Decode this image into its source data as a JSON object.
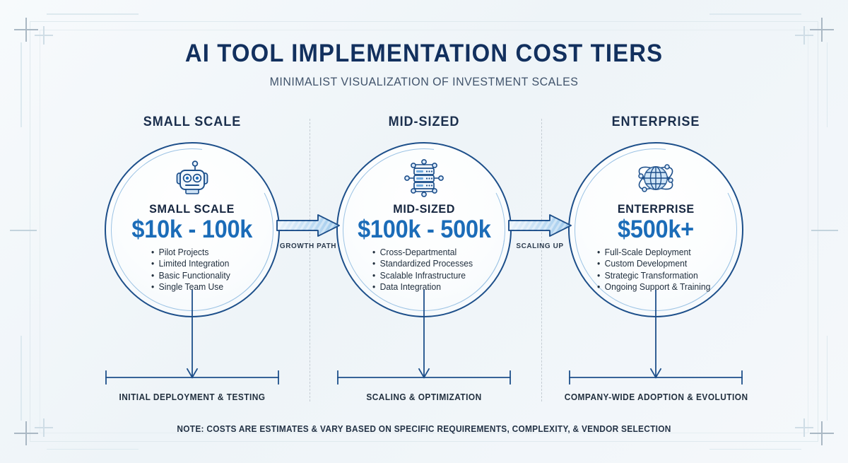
{
  "header": {
    "title": "AI TOOL IMPLEMENTATION COST TIERS",
    "subtitle": "MINIMALIST VISUALIZATION OF INVESTMENT SCALES"
  },
  "theme": {
    "background": "#f4f7fa",
    "title_color": "#12305e",
    "subtitle_color": "#40536b",
    "ring_color": "#1d4f8a",
    "ring_inner_color": "#9cc3e4",
    "price_color": "#1b6cb8",
    "text_color": "#22303f",
    "divider_color": "#c4ccd3",
    "frame_color": "#dfe9ee"
  },
  "tiers": [
    {
      "heading": "SMALL SCALE",
      "icon": "robot-icon",
      "name": "SMALL SCALE",
      "price": "$10k - 100k",
      "features": [
        "Pilot Projects",
        "Limited Integration",
        "Basic Functionality",
        "Single Team Use"
      ],
      "bracket_label": "INITIAL DEPLOYMENT & TESTING"
    },
    {
      "heading": "MID-SIZED",
      "icon": "server-network-icon",
      "name": "MID-SIZED",
      "price": "$100k - 500k",
      "features": [
        "Cross-Departmental",
        "Standardized Processes",
        "Scalable Infrastructure",
        "Data Integration"
      ],
      "bracket_label": "SCALING & OPTIMIZATION"
    },
    {
      "heading": "ENTERPRISE",
      "icon": "globe-network-icon",
      "name": "ENTERPRISE",
      "price": "$500k+",
      "features": [
        "Full-Scale Deployment",
        "Custom Development",
        "Strategic Transformation",
        "Ongoing Support & Training"
      ],
      "bracket_label": "COMPANY-WIDE ADOPTION & EVOLUTION"
    }
  ],
  "connectors": [
    {
      "label": "GROWTH PATH"
    },
    {
      "label": "SCALING UP"
    }
  ],
  "footnote": "NOTE: COSTS ARE ESTIMATES & VARY BASED ON SPECIFIC REQUIREMENTS, COMPLEXITY, & VENDOR SELECTION"
}
